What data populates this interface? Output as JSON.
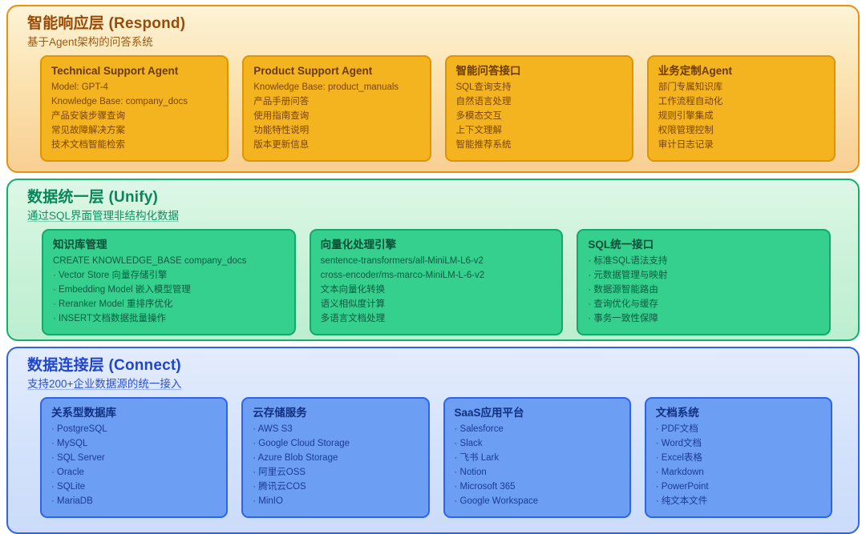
{
  "diagram": {
    "layers": [
      {
        "id": "respond",
        "title_cn": "智能响应层",
        "title_en": "(Respond)",
        "subtitle": "基于Agent架构的问答系统",
        "accent": "#e8900f",
        "card_bg": "#f4b41f",
        "cards": [
          {
            "title": "Technical Support Agent",
            "lines": [
              "Model: GPT-4",
              "Knowledge Base: company_docs",
              "产品安装步骤查询",
              "常见故障解决方案",
              "技术文档智能检索"
            ]
          },
          {
            "title": "Product Support Agent",
            "lines": [
              "Knowledge Base: product_manuals",
              "产品手册问答",
              "使用指南查询",
              "功能特性说明",
              "版本更新信息"
            ]
          },
          {
            "title": "智能问答接口",
            "lines": [
              "SQL查询支持",
              "自然语言处理",
              "多模态交互",
              "上下文理解",
              "智能推荐系统"
            ]
          },
          {
            "title": "业务定制Agent",
            "lines": [
              "部门专属知识库",
              "工作流程自动化",
              "规则引擎集成",
              "权限管理控制",
              "审计日志记录"
            ]
          }
        ]
      },
      {
        "id": "unify",
        "title_cn": "数据统一层",
        "title_en": "(Unify)",
        "subtitle": "通过SQL界面管理非结构化数据",
        "accent": "#12b06a",
        "card_bg": "#35cf8e",
        "cards": [
          {
            "title": "知识库管理",
            "lines": [
              "CREATE KNOWLEDGE_BASE company_docs",
              "· Vector Store 向量存储引擎",
              "· Embedding Model 嵌入模型管理",
              "· Reranker Model 重排序优化",
              "· INSERT文档数据批量操作"
            ]
          },
          {
            "title": "向量化处理引擎",
            "lines": [
              "sentence-transformers/all-MiniLM-L6-v2",
              "cross-encoder/ms-marco-MiniLM-L-6-v2",
              "文本向量化转换",
              "语义相似度计算",
              "多语言文档处理"
            ]
          },
          {
            "title": "SQL统一接口",
            "lines": [
              "· 标准SQL语法支持",
              "· 元数据管理与映射",
              "· 数据源智能路由",
              "· 查询优化与缓存",
              "· 事务一致性保障"
            ]
          }
        ]
      },
      {
        "id": "connect",
        "title_cn": "数据连接层",
        "title_en": "(Connect)",
        "subtitle": "支持200+企业数据源的统一接入",
        "accent": "#2f63e8",
        "card_bg": "#6c9ef4",
        "cards": [
          {
            "title": "关系型数据库",
            "lines": [
              "· PostgreSQL",
              "· MySQL",
              "· SQL Server",
              "· Oracle",
              "· SQLite",
              "· MariaDB"
            ]
          },
          {
            "title": "云存储服务",
            "lines": [
              "· AWS S3",
              "· Google Cloud Storage",
              "· Azure Blob Storage",
              "· 阿里云OSS",
              "· 腾讯云COS",
              "· MinIO"
            ]
          },
          {
            "title": "SaaS应用平台",
            "lines": [
              "· Salesforce",
              "· Slack",
              "· 飞书 Lark",
              "· Notion",
              "· Microsoft 365",
              "· Google Workspace"
            ]
          },
          {
            "title": "文档系统",
            "lines": [
              "· PDF文档",
              "· Word文档",
              "· Excel表格",
              "· Markdown",
              "· PowerPoint",
              "· 纯文本文件"
            ]
          }
        ]
      }
    ]
  }
}
